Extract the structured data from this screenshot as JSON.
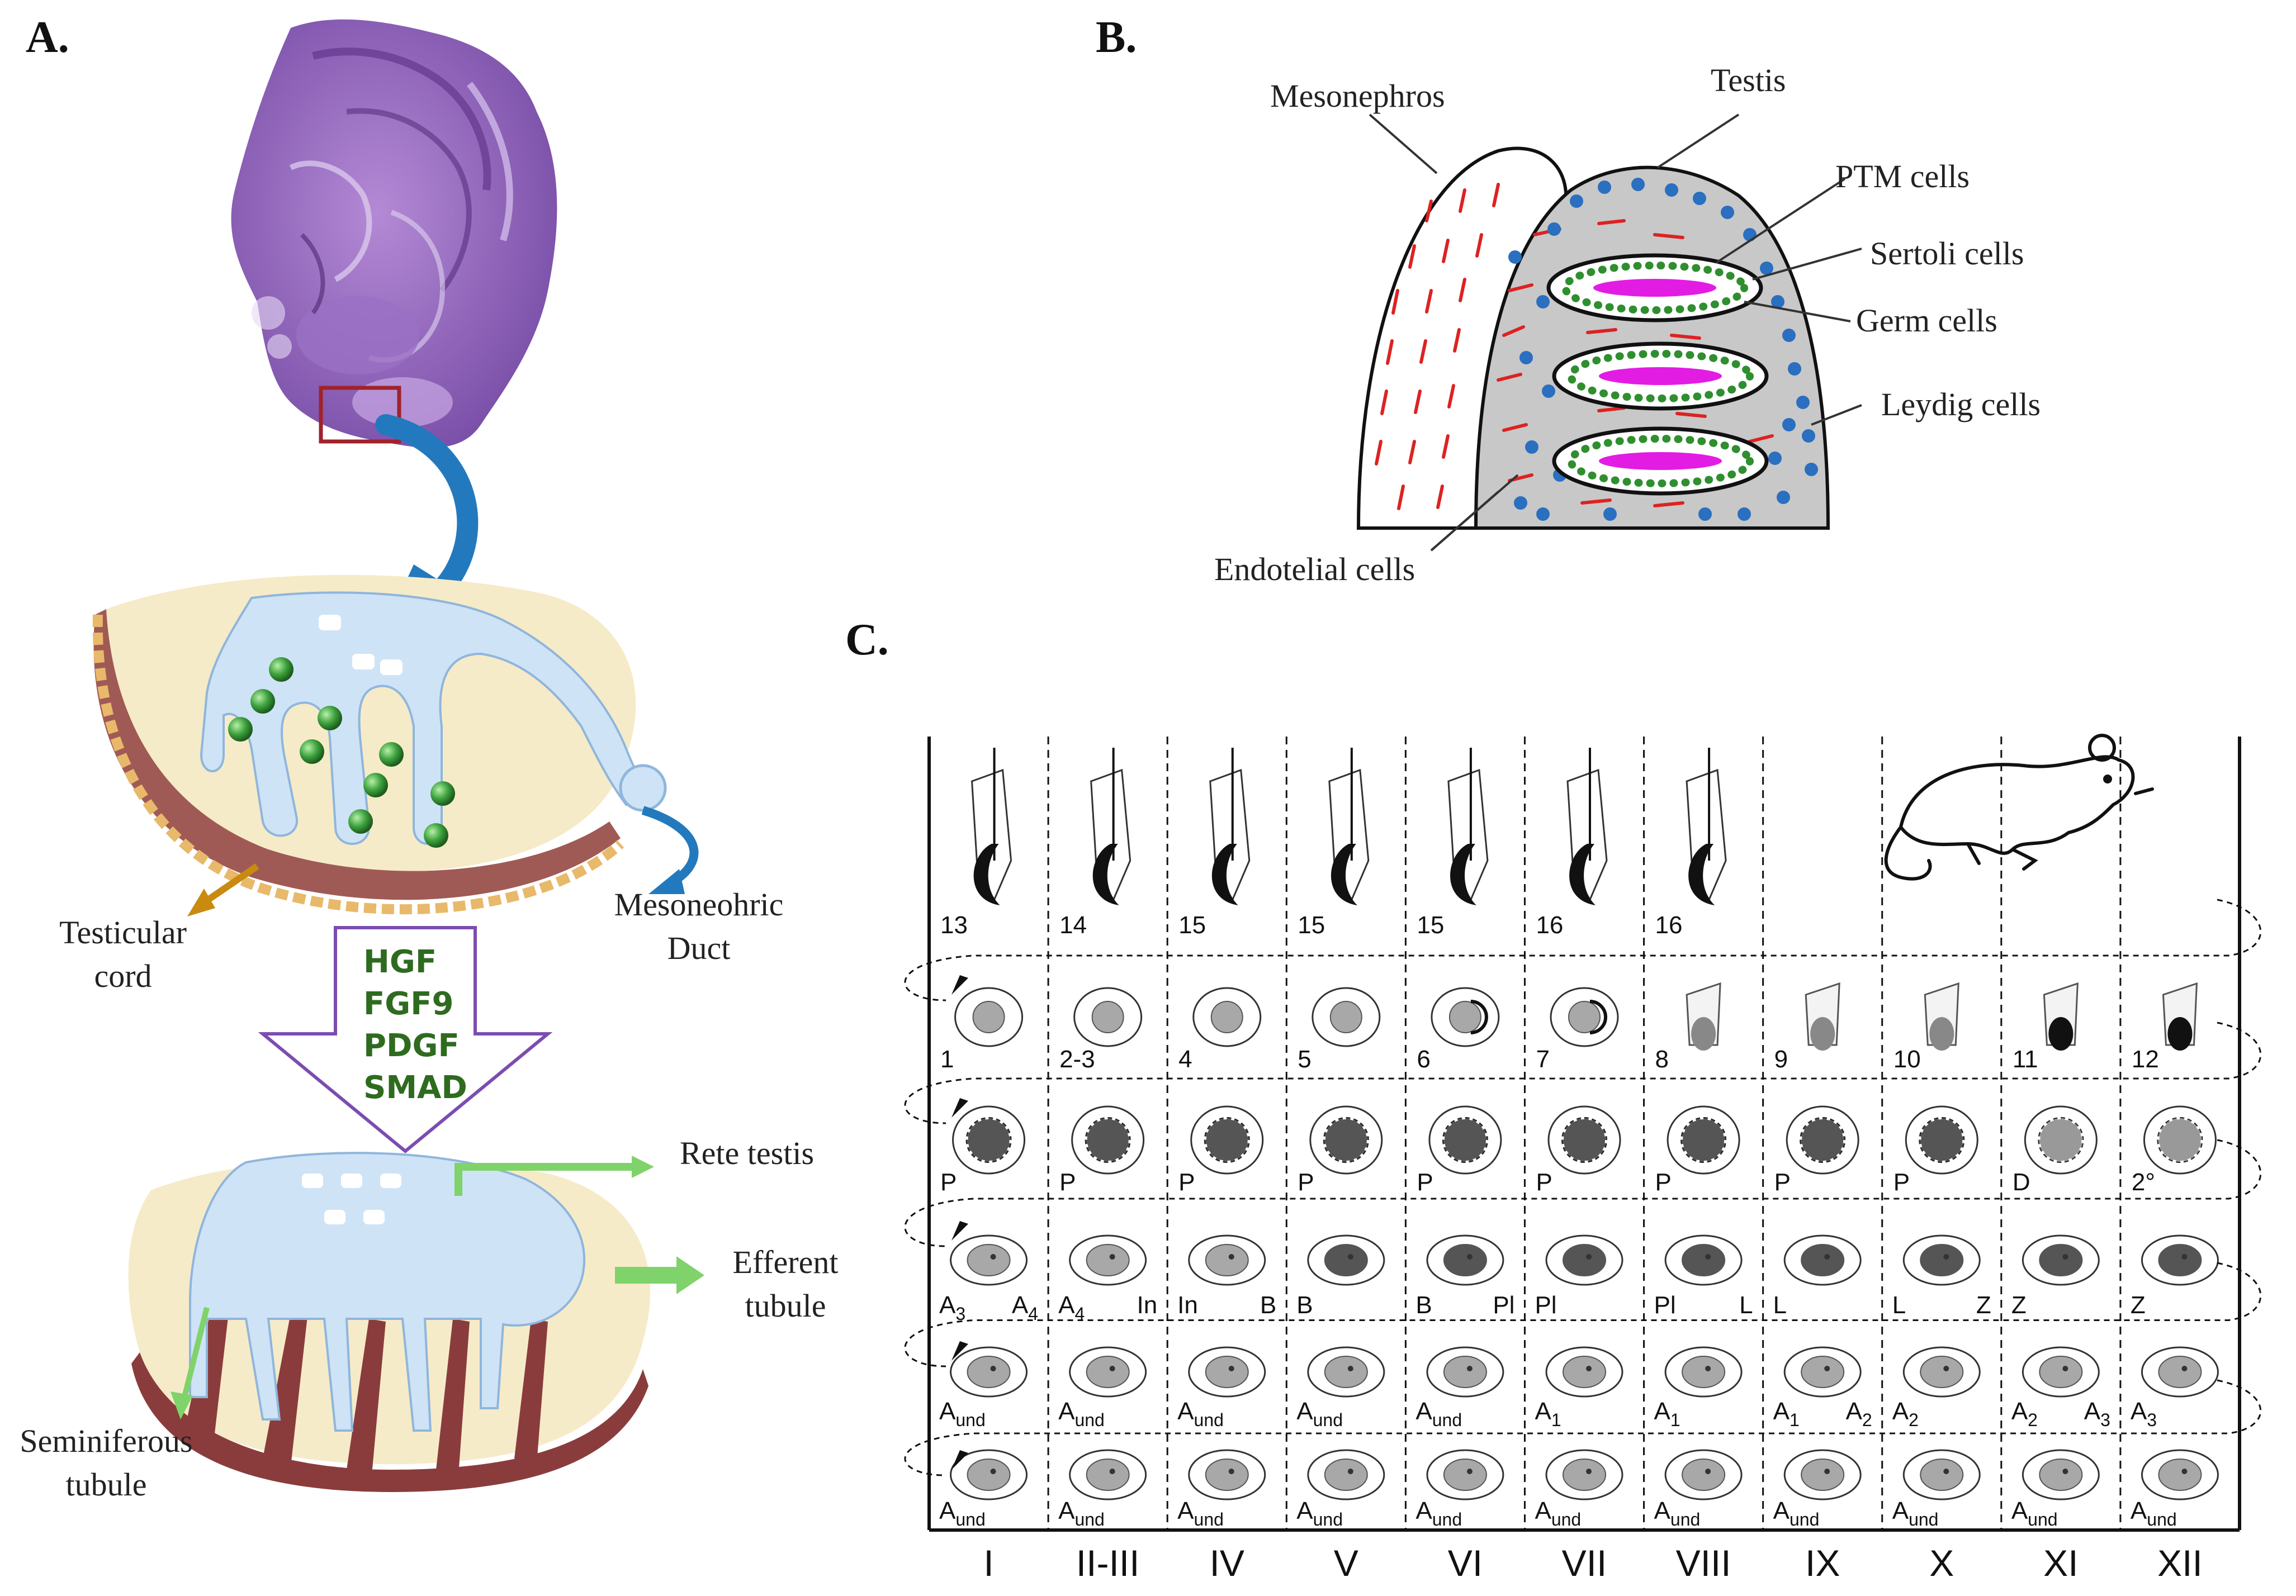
{
  "panels": {
    "a": {
      "letter": "A.",
      "labels": {
        "testicular_cord": [
          "Testicular",
          "cord"
        ],
        "mesonephric_duct": [
          "Mesoneohric",
          "Duct"
        ],
        "rete_testis": "Rete testis",
        "efferent_tubule": [
          "Efferent",
          "tubule"
        ],
        "seminiferous_tubule": [
          "Seminiferous",
          "tubule"
        ]
      },
      "factors": [
        "HGF",
        "FGF9",
        "PDGF",
        "SMAD"
      ]
    },
    "b": {
      "letter": "B.",
      "labels": {
        "mesonephros": "Mesonephros",
        "testis": "Testis",
        "ptm": "PTM cells",
        "sertoli": "Sertoli cells",
        "germ": "Germ cells",
        "leydig": "Leydig cells",
        "endotelial": "Endotelial cells"
      }
    },
    "c": {
      "letter": "C.",
      "stages": [
        "I",
        "II-III",
        "IV",
        "V",
        "VI",
        "VII",
        "VIII",
        "IX",
        "X",
        "XI",
        "XII"
      ],
      "rows": [
        [
          "13",
          "14",
          "15",
          "15",
          "15",
          "16",
          "16",
          "",
          "",
          "",
          ""
        ],
        [
          "1",
          "2-3",
          "4",
          "5",
          "6",
          "7",
          "8",
          "9",
          "10",
          "11",
          "12"
        ],
        [
          "P",
          "P",
          "P",
          "P",
          "P",
          "P",
          "P",
          "P",
          "P",
          "D",
          "2°"
        ],
        [
          [
            "A3",
            "A4"
          ],
          [
            "A4",
            "In"
          ],
          [
            "In",
            "B"
          ],
          [
            "B",
            ""
          ],
          [
            "B",
            "Pl"
          ],
          [
            "Pl",
            ""
          ],
          [
            "Pl",
            "L"
          ],
          [
            "L",
            ""
          ],
          [
            "L",
            "Z"
          ],
          [
            "Z",
            ""
          ],
          [
            "Z",
            ""
          ]
        ],
        [
          [
            "Aund",
            ""
          ],
          [
            "Aund",
            ""
          ],
          [
            "Aund",
            ""
          ],
          [
            "Aund",
            ""
          ],
          [
            "Aund",
            ""
          ],
          [
            "A1",
            ""
          ],
          [
            "A1",
            ""
          ],
          [
            "A1",
            "A2"
          ],
          [
            "A2",
            ""
          ],
          [
            "A2",
            "A3"
          ],
          [
            "A3",
            ""
          ]
        ],
        [
          [
            "Aund",
            ""
          ],
          [
            "Aund",
            ""
          ],
          [
            "Aund",
            ""
          ],
          [
            "Aund",
            ""
          ],
          [
            "Aund",
            ""
          ],
          [
            "Aund",
            ""
          ],
          [
            "Aund",
            ""
          ],
          [
            "Aund",
            ""
          ],
          [
            "Aund",
            ""
          ],
          [
            "Aund",
            ""
          ],
          [
            "Aund",
            ""
          ]
        ]
      ]
    }
  },
  "colors": {
    "histology": "#8c63b5",
    "duct": "#cfe3f6",
    "tissue": "#f6ebc8",
    "outer": "#a05a55",
    "germ_green": "#2f8f2f",
    "magenta": "#e31ce3",
    "leydig_blue": "#2a6fc0",
    "endo_red": "#dd2222",
    "testis_gray": "#c8c8c8",
    "arrow_blue": "#2379bd",
    "arrow_green": "#7fd36a",
    "arrow_brown": "#c98a10"
  }
}
